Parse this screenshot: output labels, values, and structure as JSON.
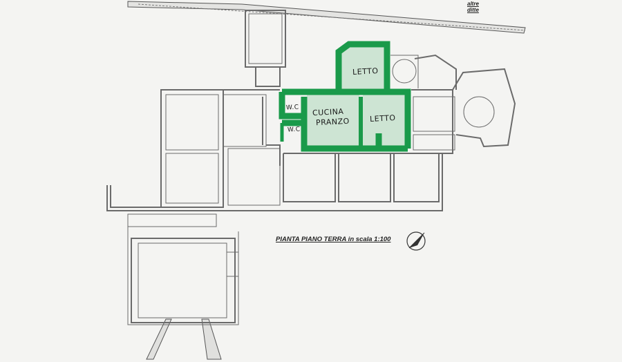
{
  "title": "PIANTA PIANO TERRA in scala 1:100",
  "neighbors": {
    "line1": "altre",
    "line2": "ditte"
  },
  "rooms": {
    "letto_top": "LETTO",
    "wc_upper": "W.C",
    "wc_lower": "W.C",
    "cucina": "CUCINA",
    "pranzo": "PRANZO",
    "letto_main": "LETTO"
  },
  "colors": {
    "highlight": "#1a9a4a",
    "wall": "#6a6a6a",
    "paper": "#f4f4f2"
  },
  "icons": {
    "compass": "north-arrow-icon"
  }
}
